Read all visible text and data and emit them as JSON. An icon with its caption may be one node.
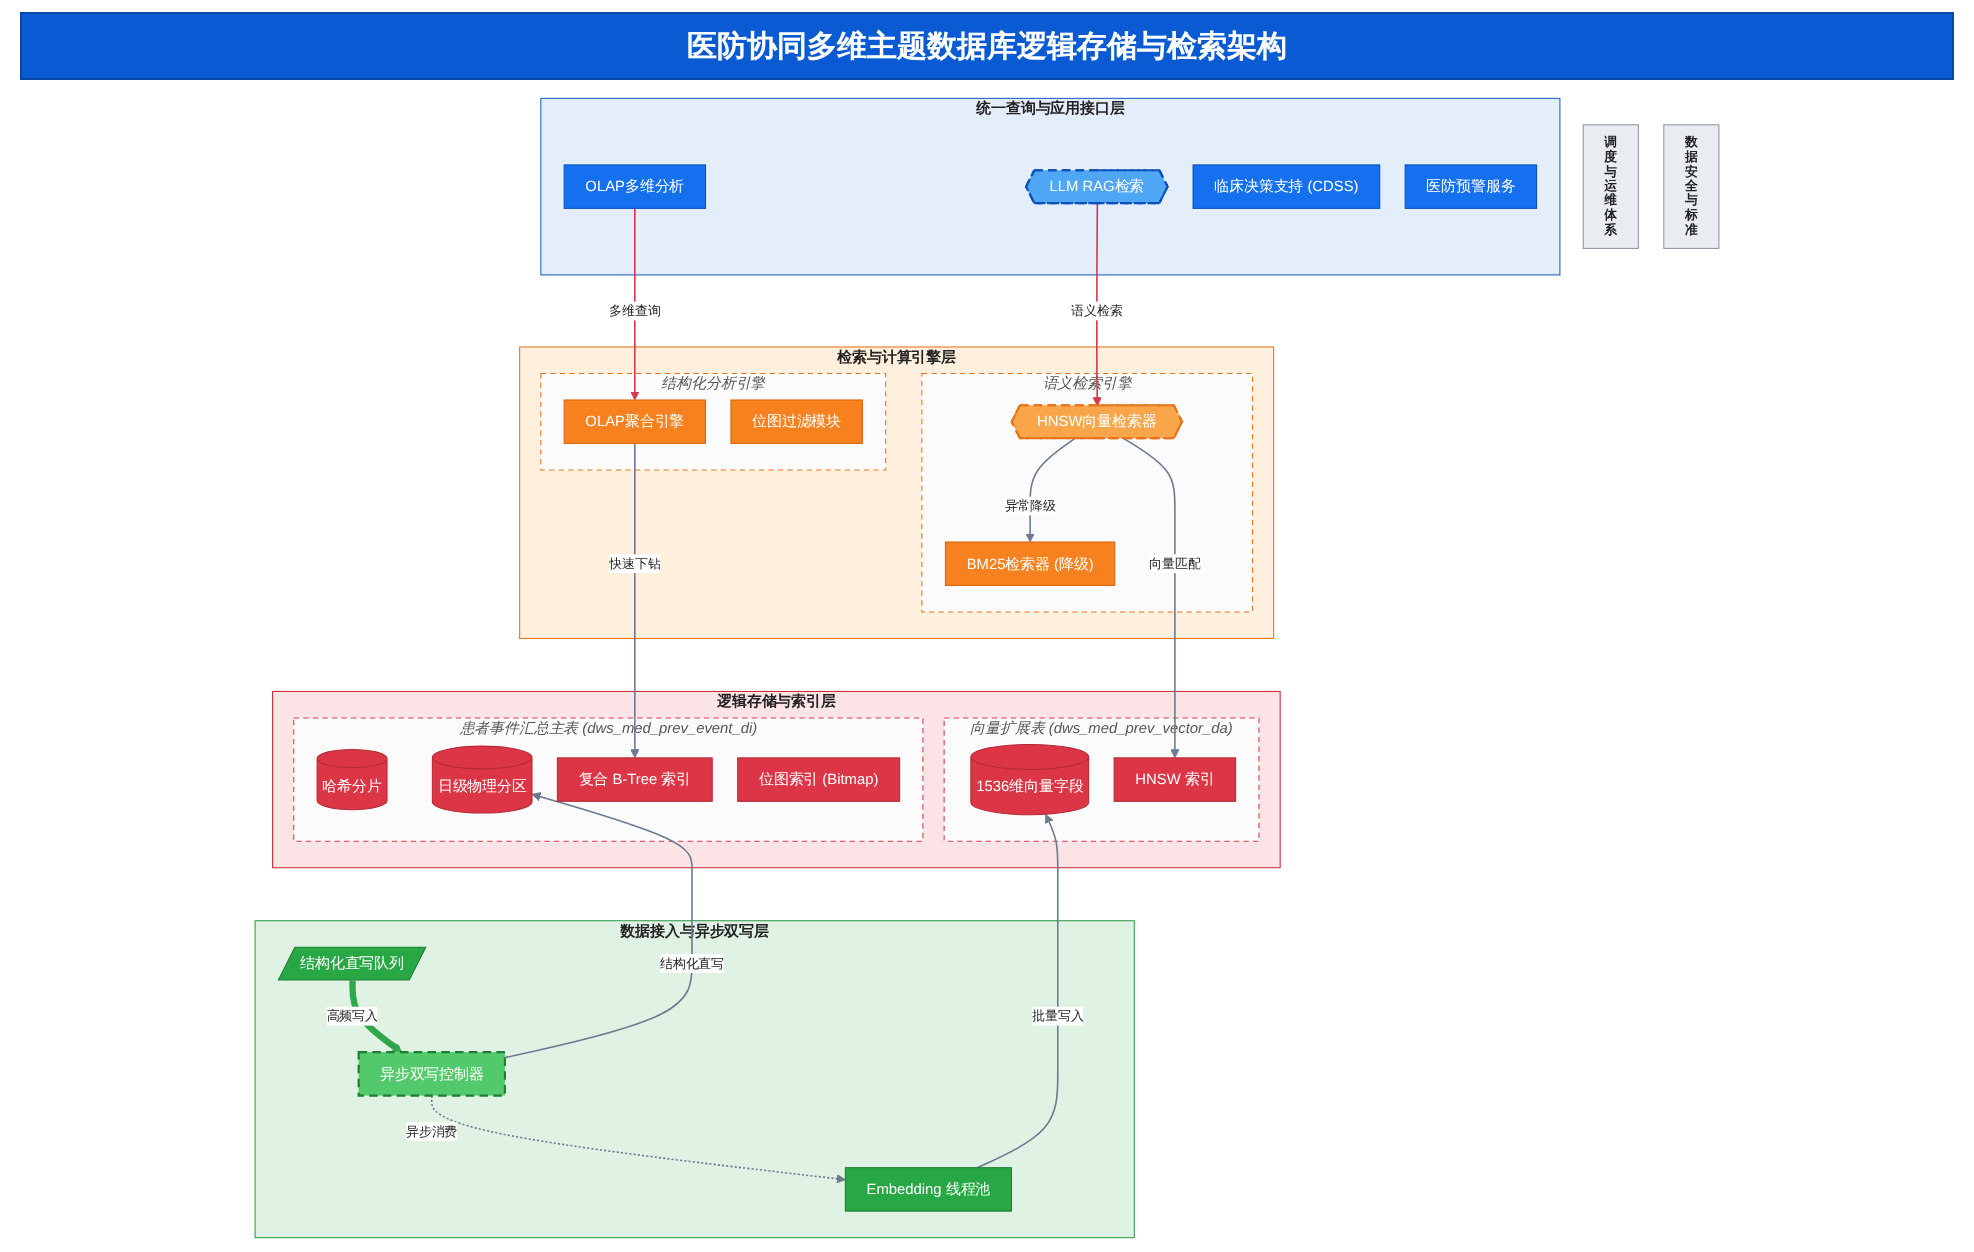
{
  "diagram": {
    "title": "医防协同多维主题数据库逻辑存储与检索架构",
    "nodes": [
      {
        "text": [
          "调度与运维体系"
        ]
      },
      {
        "text": [
          "统一查询与应用接口层"
        ]
      },
      {
        "text": [
          "OLAP多维分析"
        ],
        "in": 1
      },
      {
        "text": [
          "LLM RAG检索"
        ],
        "in": 1
      },
      {
        "text": [
          "临床决策支持 (CDSS)"
        ],
        "in": 1
      },
      {
        "text": [
          "医防预警服务"
        ],
        "in": 1
      },
      {
        "text": [
          "检索与计算引擎层"
        ]
      },
      {
        "text": [
          "结构化分析引擎"
        ],
        "in": 6
      },
      {
        "text": [
          "OLAP聚合引擎"
        ],
        "in": 7
      },
      {
        "text": [
          "位图过滤模块"
        ],
        "in": 7
      },
      {
        "text": [
          "语义检索引擎"
        ],
        "in": 6
      },
      {
        "text": [
          "HNSW向量检索器"
        ],
        "in": 10
      },
      {
        "text": [
          "BM25检索器 (降级)"
        ],
        "in": 10
      },
      {
        "text": [
          "逻辑存储与索引层"
        ]
      },
      {
        "text": [
          "患者事件汇总主表 (dws_med_prev_event_di)"
        ],
        "in": 13
      },
      {
        "text": [
          "日级物理分区"
        ],
        "in": 14
      },
      {
        "text": [
          "哈希分片"
        ],
        "in": 14
      },
      {
        "text": [
          "复合 B-Tree 索引"
        ],
        "in": 14
      },
      {
        "text": [
          "位图索引 (Bitmap)"
        ],
        "in": 14
      },
      {
        "text": [
          "向量扩展表 (dws_med_prev_vector_da)"
        ],
        "in": 13
      },
      {
        "text": [
          "1536维向量字段"
        ],
        "in": 19
      },
      {
        "text": [
          "HNSW 索引"
        ],
        "in": 19
      },
      {
        "text": [
          "数据接入与异步双写层"
        ]
      },
      {
        "text": [
          "结构化直写队列"
        ],
        "in": 22
      },
      {
        "text": [
          "异步双写控制器"
        ],
        "in": 22
      },
      {
        "text": [
          "Embedding 线程池"
        ],
        "in": 22
      },
      {
        "text": [
          "数据安全与标准"
        ]
      }
    ],
    "edges": [
      {
        "from": 2,
        "to": 8,
        "arrow": "to",
        "label": "多维查询",
        "color": "#d6364a"
      },
      {
        "from": 3,
        "to": 11,
        "arrow": "to",
        "label": "语义检索",
        "color": "#d6364a"
      },
      {
        "from": 11,
        "to": 12,
        "arrow": "to",
        "label": "异常降级"
      },
      {
        "from": 8,
        "to": 17,
        "arrow": "to",
        "label": "快速下钻"
      },
      {
        "from": 11,
        "to": 21,
        "arrow": "to",
        "label": "向量匹配"
      },
      {
        "from": 23,
        "to": 24,
        "arrow": "to",
        "label": "高频写入",
        "style": "thick",
        "color": "#2ea84a"
      },
      {
        "from": 24,
        "to": 15,
        "arrow": "to",
        "label": "结构化直写"
      },
      {
        "from": 24,
        "to": 25,
        "arrow": "to",
        "label": "异步消费",
        "style": "dashed"
      },
      {
        "from": 25,
        "to": 20,
        "arrow": "to",
        "label": "批量写入"
      }
    ]
  }
}
